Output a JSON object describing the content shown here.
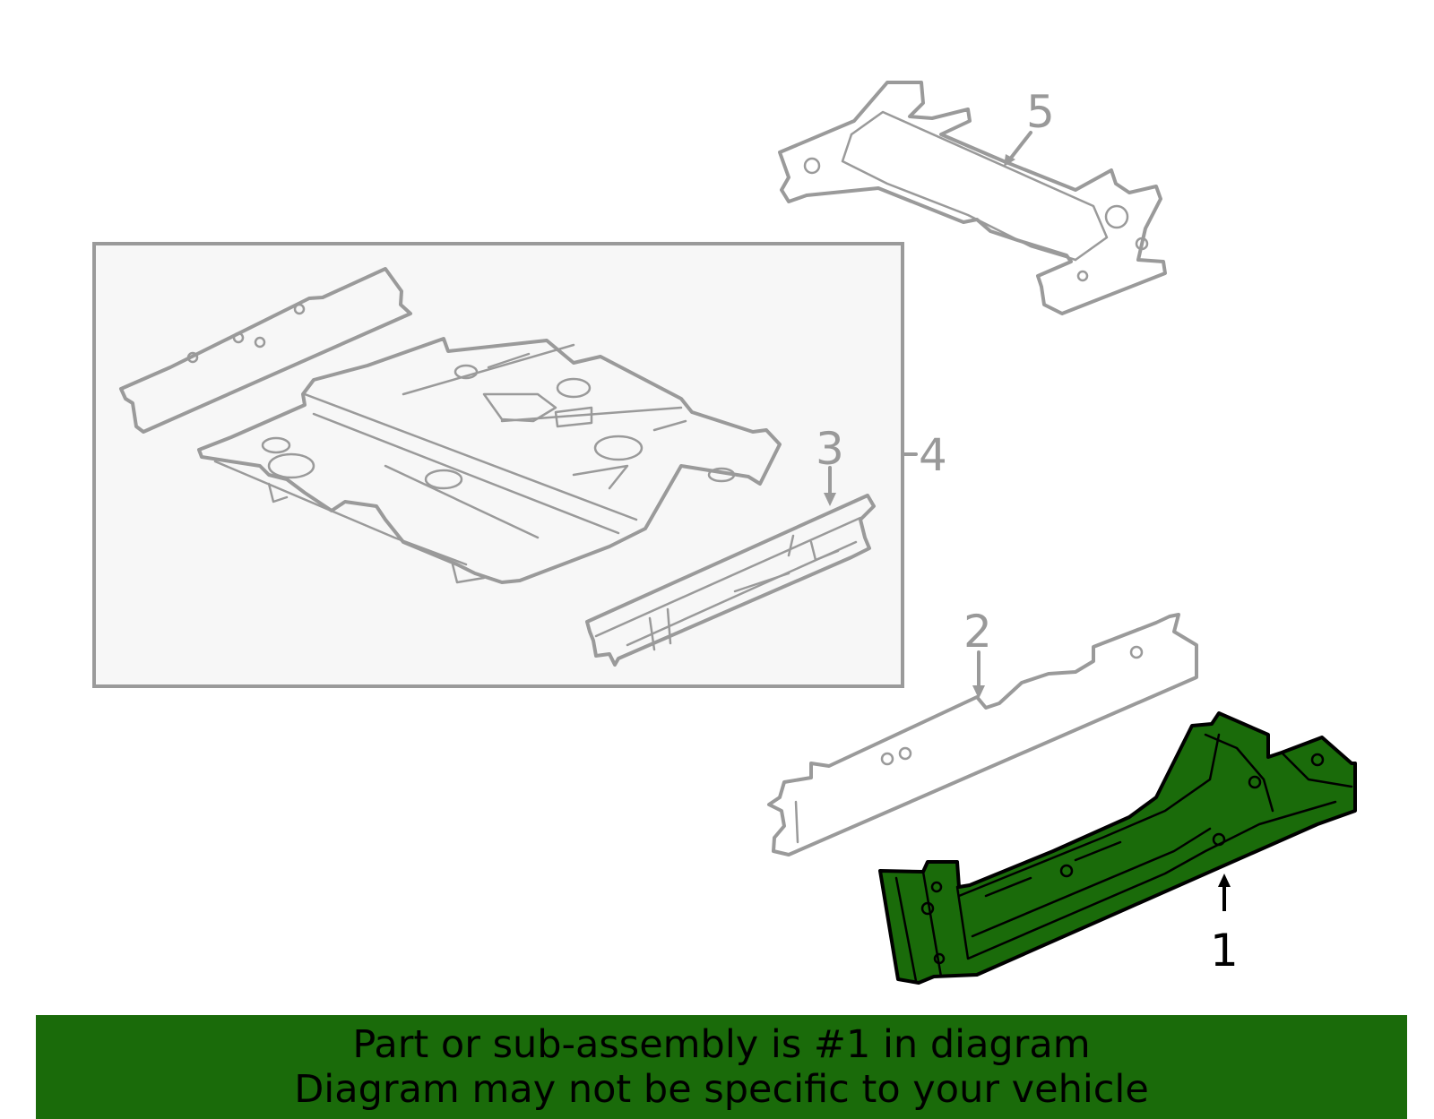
{
  "diagram": {
    "callouts": [
      "1",
      "2",
      "3",
      "4",
      "5"
    ],
    "highlighted_callout": "1",
    "colors": {
      "highlight": "#1a6b0a",
      "line": "#9a9a9a",
      "box_fill": "#f7f7f7"
    }
  },
  "banner": {
    "line1": "Part or sub-assembly is #1 in diagram",
    "line2": "Diagram may not be specific to your vehicle"
  }
}
